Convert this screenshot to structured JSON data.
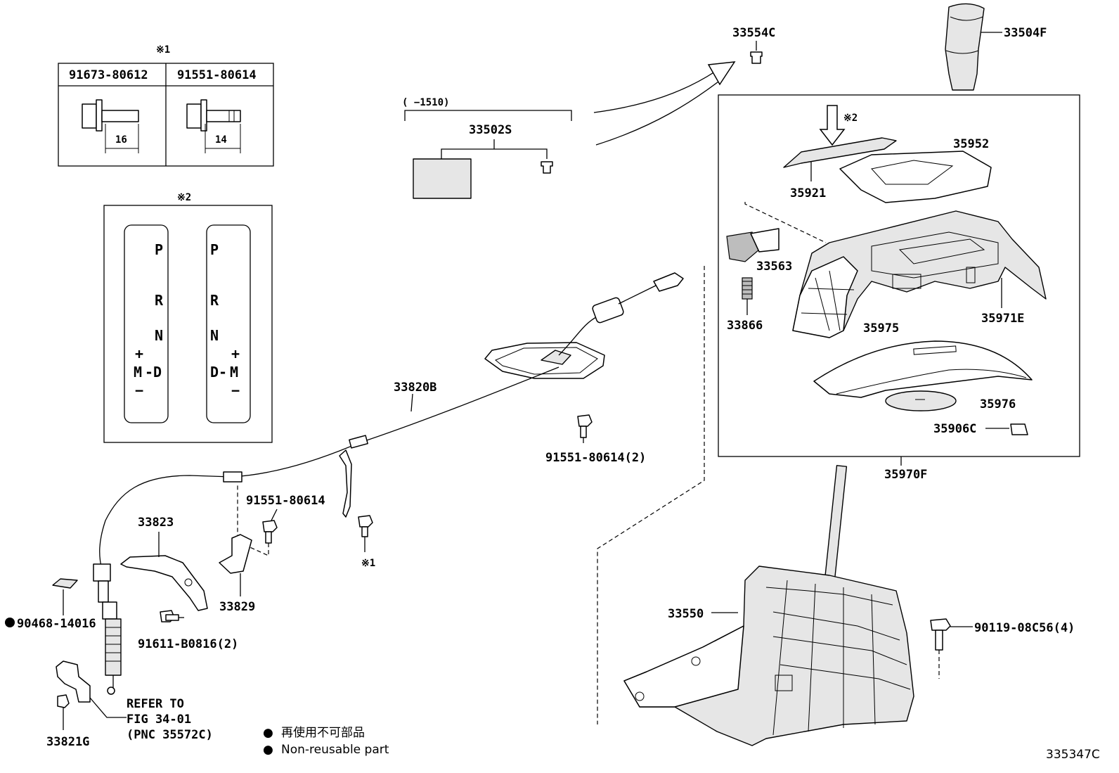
{
  "note_marks": {
    "note1": "※1",
    "note2": "※2"
  },
  "bolt_table": {
    "col1_part": "91673-80612",
    "col2_part": "91551-80614",
    "col1_len": "16",
    "col2_len": "14"
  },
  "shift_gates": {
    "left": {
      "p": "P",
      "r": "R",
      "n": "N",
      "plus": "+",
      "m": "M",
      "d": "-D",
      "minus": "−"
    },
    "right": {
      "p": "P",
      "r": "R",
      "n": "N",
      "plus": "+",
      "d": "D-",
      "m": "M",
      "minus": "−"
    }
  },
  "date_range": "(       −1510)",
  "parts": {
    "p33502S": "33502S",
    "p33554C": "33554C",
    "p33504F": "33504F",
    "p35952": "35952",
    "p35921": "35921",
    "p33563": "33563",
    "p33866": "33866",
    "p35971E": "35971E",
    "p35975": "35975",
    "p35976": "35976",
    "p35906C": "35906C",
    "p35970F": "35970F",
    "p33820B": "33820B",
    "p91551_80614_2": "91551-80614(2)",
    "p91551_80614": "91551-80614",
    "p33823": "33823",
    "p33829": "33829",
    "p90468_14016": "90468-14016",
    "p91611_B0816_2": "91611-B0816(2)",
    "p33550": "33550",
    "p90119_08C56_4": "90119-08C56(4)",
    "p33821G": "33821G",
    "note_mark_cable": "※1"
  },
  "refer": {
    "line1": "REFER TO",
    "line2": "FIG 34-01",
    "line3": "(PNC 35572C)"
  },
  "legend": {
    "bullet": "●",
    "jp": "再使用不可部品",
    "en": "Non-reusable part"
  },
  "figure_id": "335347C"
}
